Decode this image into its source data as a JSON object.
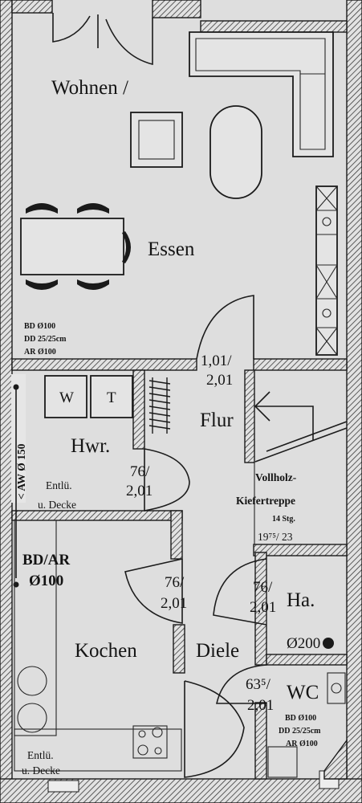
{
  "rooms": {
    "living": "Wohnen /",
    "dining": "Essen",
    "hall": "Flur",
    "utility": "Hwr.",
    "kitchen": "Kochen",
    "diele": "Diele",
    "ha": "Ha.",
    "wc": "WC"
  },
  "appliances": {
    "washer": "W",
    "dryer": "T"
  },
  "labels": {
    "living_bd": "BD Ø100",
    "living_dd": "DD 25/25cm",
    "living_ar": "AR Ø100",
    "hall_door_width": "1,01/",
    "hall_door_height": "2,01",
    "aw": "< AW Ø 150",
    "utility_door_width": "76/",
    "utility_door_height": "2,01",
    "utility_vent_1": "Entlü.",
    "utility_vent_2": "u. Decke",
    "stair_1": "Vollholz-",
    "stair_2": "Kiefertreppe",
    "stair_steps": "14 Stg.",
    "stair_rise": "19⁷⁵/ 23",
    "kitchen_bdar": "BD/AR",
    "kitchen_dia": "Ø100",
    "kitchen_door_width": "76/",
    "kitchen_door_height": "2,01",
    "ha_door_width": "76/",
    "ha_door_height": "2,01",
    "ha_pipe": "Ø200",
    "wc_door_width": "63⁵/",
    "wc_door_height": "2,01",
    "wc_bd": "BD Ø100",
    "wc_dd": "DD 25/25cm",
    "wc_ar": "AR Ø100",
    "kitchen_vent_1": "Entlü.",
    "kitchen_vent_2": "u. Decke"
  }
}
